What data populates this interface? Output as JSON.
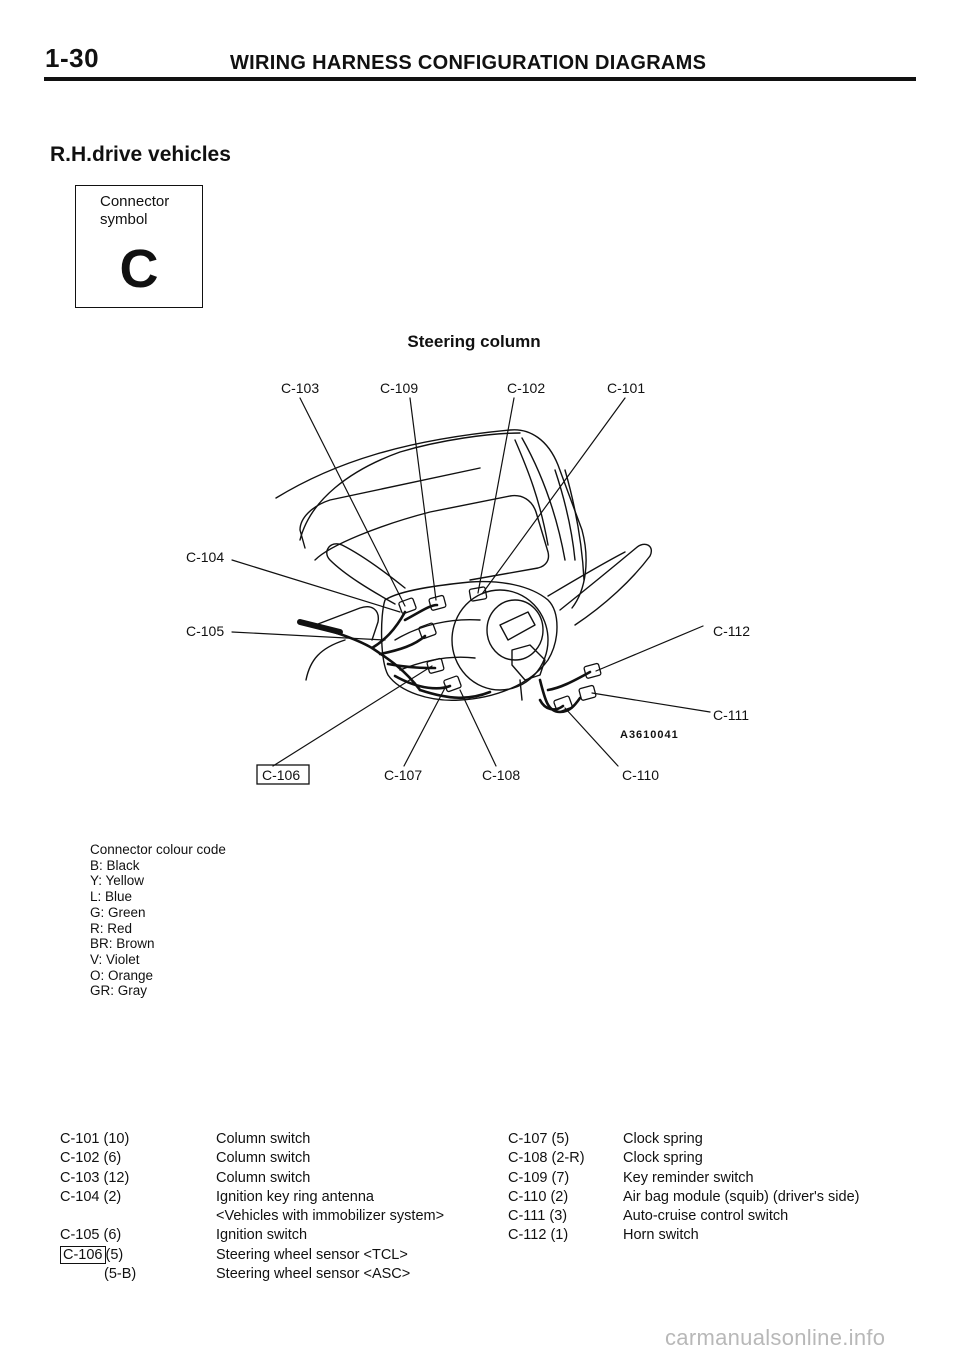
{
  "header": {
    "page_number": "1-30",
    "title": "WIRING HARNESS CONFIGURATION DIAGRAMS"
  },
  "section_heading": "R.H.drive vehicles",
  "connector_symbol": {
    "caption": "Connector\nsymbol",
    "letter": "C"
  },
  "diagram": {
    "title": "Steering column",
    "figure_id": "A3610041",
    "callouts": {
      "c101": "C-101",
      "c102": "C-102",
      "c103": "C-103",
      "c104": "C-104",
      "c105": "C-105",
      "c106": "C-106",
      "c107": "C-107",
      "c108": "C-108",
      "c109": "C-109",
      "c110": "C-110",
      "c111": "C-111",
      "c112": "C-112"
    }
  },
  "colour_code": {
    "title": "Connector colour code",
    "items": [
      "B: Black",
      "Y: Yellow",
      "L: Blue",
      "G: Green",
      "R: Red",
      "BR: Brown",
      "V: Violet",
      "O: Orange",
      "GR: Gray"
    ]
  },
  "connector_list_left": [
    {
      "code": "C-101 (10)",
      "desc": "Column switch"
    },
    {
      "code": "C-102 (6)",
      "desc": "Column switch"
    },
    {
      "code": "C-103 (12)",
      "desc": "Column switch"
    },
    {
      "code": "C-104 (2)",
      "desc": "Ignition key ring antenna"
    },
    {
      "code": "",
      "desc": "<Vehicles with immobilizer system>"
    },
    {
      "code": "C-105 (6)",
      "desc": "Ignition switch"
    },
    {
      "code_boxed": "C-106",
      "code_suffix": "(5)",
      "desc": "Steering wheel sensor <TCL>"
    },
    {
      "code": "(5-B)",
      "desc": "Steering wheel sensor <ASC>"
    }
  ],
  "connector_list_right": [
    {
      "code": "C-107 (5)",
      "desc": "Clock spring"
    },
    {
      "code": "C-108 (2-R)",
      "desc": "Clock spring"
    },
    {
      "code": "C-109 (7)",
      "desc": "Key reminder switch"
    },
    {
      "code": "C-110 (2)",
      "desc": "Air bag module (squib) (driver's side)"
    },
    {
      "code": "C-111 (3)",
      "desc": "Auto-cruise control switch"
    },
    {
      "code": "C-112 (1)",
      "desc": "Horn switch"
    }
  ],
  "watermark": "carmanualsonline.info"
}
